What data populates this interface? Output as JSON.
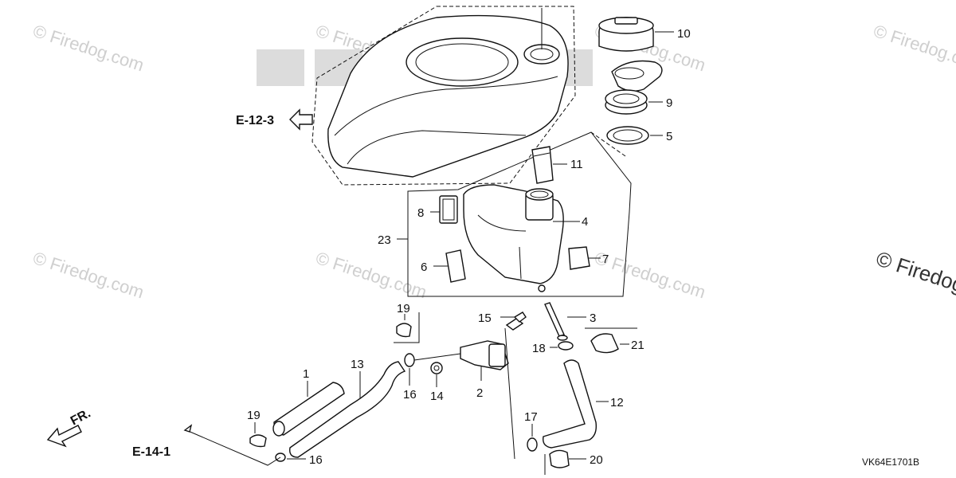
{
  "callouts": [
    {
      "label": "10"
    },
    {
      "label": "9"
    },
    {
      "label": "5"
    },
    {
      "label": "11"
    },
    {
      "label": "8"
    },
    {
      "label": "4"
    },
    {
      "label": "23"
    },
    {
      "label": "6"
    },
    {
      "label": "7"
    },
    {
      "label": "19"
    },
    {
      "label": "15"
    },
    {
      "label": "3"
    },
    {
      "label": "18"
    },
    {
      "label": "21"
    },
    {
      "label": "1"
    },
    {
      "label": "13"
    },
    {
      "label": "16"
    },
    {
      "label": "14"
    },
    {
      "label": "2"
    },
    {
      "label": "12"
    },
    {
      "label": "19"
    },
    {
      "label": "17"
    },
    {
      "label": "16"
    },
    {
      "label": "20"
    }
  ],
  "references": {
    "upper_ref": "E-12-3",
    "lower_ref": "E-14-1"
  },
  "direction": {
    "label": "FR."
  },
  "diagram_code": "VK64E1701B",
  "watermark": {
    "text": "© Firedog.com",
    "text_right": "© Firedog.com"
  }
}
